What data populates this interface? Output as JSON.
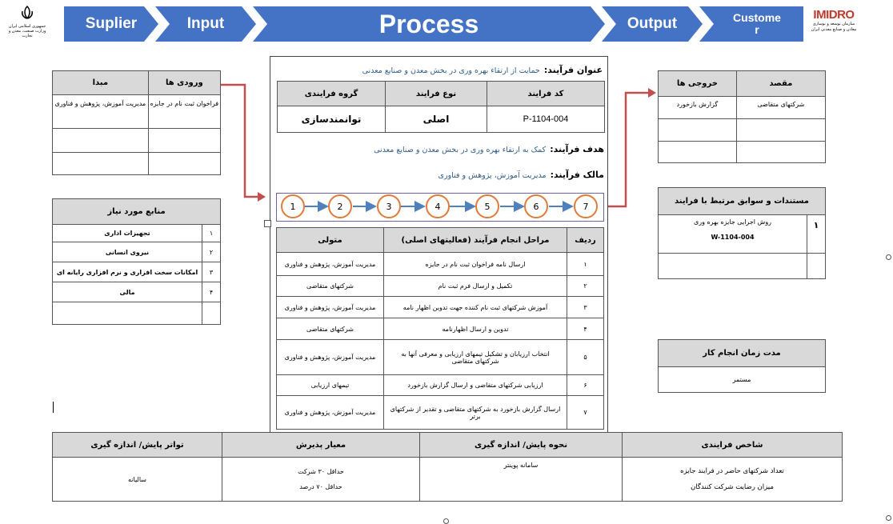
{
  "banner": {
    "steps": [
      "Suplier",
      "Input",
      "Process",
      "Output",
      "Custome\nr"
    ],
    "left_logo_text": [
      "جمهوری اسلامی ایران",
      "وزارت صنعت، معدن و تجارت"
    ],
    "right_logo_title": "IMIDRO",
    "right_logo_sub": [
      "سازمان توسعه و نوسازی",
      "معادن و صنایع معدنی ایران"
    ]
  },
  "inputs_table": {
    "headers": [
      "ورودی ها",
      "مبدا"
    ],
    "rows": [
      [
        "فراخوان ثبت نام در جایزه",
        "مدیریت آموزش، پژوهش و فناوری"
      ],
      [
        "",
        ""
      ],
      [
        "",
        ""
      ]
    ]
  },
  "resources_table": {
    "title": "منابع مورد نیاز",
    "rows": [
      [
        "۱",
        "تجهیزات اداری"
      ],
      [
        "۲",
        "نیروی انسانی"
      ],
      [
        "۳",
        "امکانات سخت افزاری و نرم افزاری رایانه ای"
      ],
      [
        "۴",
        "مالی"
      ],
      [
        "",
        ""
      ]
    ]
  },
  "process": {
    "title_label": "عنوان فرآیند:",
    "title_value": "حمایت از ارتقاء بهره وری در بخش معدن و صنایع معدنی",
    "info_headers": [
      "کد فرایند",
      "نوع فرایند",
      "گروه فرایندی"
    ],
    "info_values": [
      "P-1104-004",
      "اصلی",
      "توانمندسازی"
    ],
    "goal_label": "هدف فرآیند:",
    "goal_value": "کمک به ارتقاء بهره وری در بخش معدن و صنایع معدنی",
    "owner_label": "مالک فرآیند:",
    "owner_value": "مدیریت آموزش، پژوهش و فناوری",
    "step_numbers": [
      "1",
      "2",
      "3",
      "4",
      "5",
      "6",
      "7"
    ],
    "steps_headers": [
      "ردیف",
      "مراحل انجام فرآیند (فعالیتهای اصلی)",
      "متولی"
    ],
    "steps": [
      [
        "۱",
        "ارسال نامه فراخوان ثبت نام در جایزه",
        "مدیریت آموزش، پژوهش و فناوری"
      ],
      [
        "۲",
        "تکمیل و ارسال فرم ثبت نام",
        "شرکتهای متقاضی"
      ],
      [
        "۳",
        "آموزش شرکتهای ثبت نام کننده جهت تدوین اظهار نامه",
        "مدیریت آموزش، پژوهش و فناوری"
      ],
      [
        "۴",
        "تدوین و ارسال اظهارنامه",
        "شرکتهای متقاضی"
      ],
      [
        "۵",
        "انتخاب ارزیابان و تشکیل تیمهای ارزیابی و معرفی آنها به شرکتهای متقاضی",
        "مدیریت آموزش، پژوهش و فناوری"
      ],
      [
        "۶",
        "ارزیابی شرکتهای متقاضی و ارسال گزارش بازخورد",
        "تیمهای ارزیابی"
      ],
      [
        "۷",
        "ارسال گزارش بازخورد به شرکتهای متقاضی و تقدیر از شرکتهای برتر",
        "مدیریت آموزش، پژوهش و فناوری"
      ]
    ]
  },
  "outputs_table": {
    "headers": [
      "مقصد",
      "خروجی ها"
    ],
    "rows": [
      [
        "شرکتهای متقاضی",
        "گزارش بازخورد"
      ],
      [
        "",
        ""
      ],
      [
        "",
        ""
      ]
    ]
  },
  "docs_table": {
    "title": "مستندات  و سوابق مرتبط با فرایند",
    "rows": [
      [
        "۱",
        "روش اجرایی جایزه بهره وری",
        "W-1104-004"
      ],
      [
        "",
        "",
        ""
      ]
    ]
  },
  "duration_table": {
    "title": "مدت زمان انجام کار",
    "value": "مستمر"
  },
  "kpi_table": {
    "headers": [
      "شاخص فرایندی",
      "نحوه پایش/ اندازه گیری",
      "معیار پذیرش",
      "تواتر پایش/ اندازه گیری"
    ],
    "indicators": [
      "تعداد شرکتهای حاضر در فرایند جایزه",
      "میزان رضایت شرکت کنندگان"
    ],
    "method": "سامانه پوینتر",
    "criteria": [
      "حداقل ۳۰ شرکت",
      "حداقل ۷۰ درصد"
    ],
    "frequency": "سالیانه"
  },
  "colors": {
    "banner": "#4472c4",
    "arrow": "#c0504d",
    "circle_border": "#e07b39",
    "flow_arrow": "#4f81bd",
    "header_fill": "#d9d9d9",
    "value_text": "#2e5c8a"
  }
}
